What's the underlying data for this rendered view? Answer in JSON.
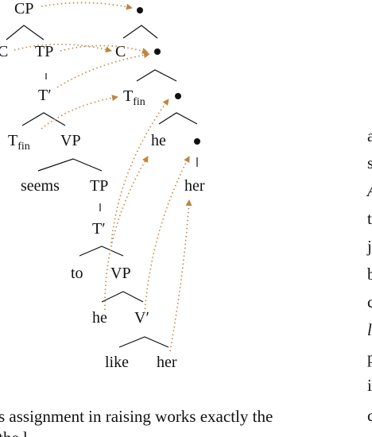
{
  "left_tree": {
    "cp": "CP",
    "c": "C",
    "tp_top": "TP",
    "t_bar_top": "T′",
    "t_fin_base": "T",
    "t_fin_sub": "fin",
    "vp_top": "VP",
    "seems": "seems",
    "tp_mid": "TP",
    "t_bar_mid": "T′",
    "to": "to",
    "vp_low": "VP",
    "he": "he",
    "v_bar": "V′",
    "like": "like",
    "her": "her"
  },
  "right_tree": {
    "c": "C",
    "t_fin_base": "T",
    "t_fin_sub": "fin",
    "he": "he",
    "her": "her"
  },
  "caption": {
    "line1": "s assignment in raising works exactly the",
    "line2": "the l"
  },
  "side_letters": [
    "a",
    "s",
    "A",
    "t",
    "j",
    "b",
    "c",
    "l",
    "p",
    "i",
    "c"
  ],
  "colors": {
    "arrow": "#c08540",
    "ink": "#111111"
  }
}
